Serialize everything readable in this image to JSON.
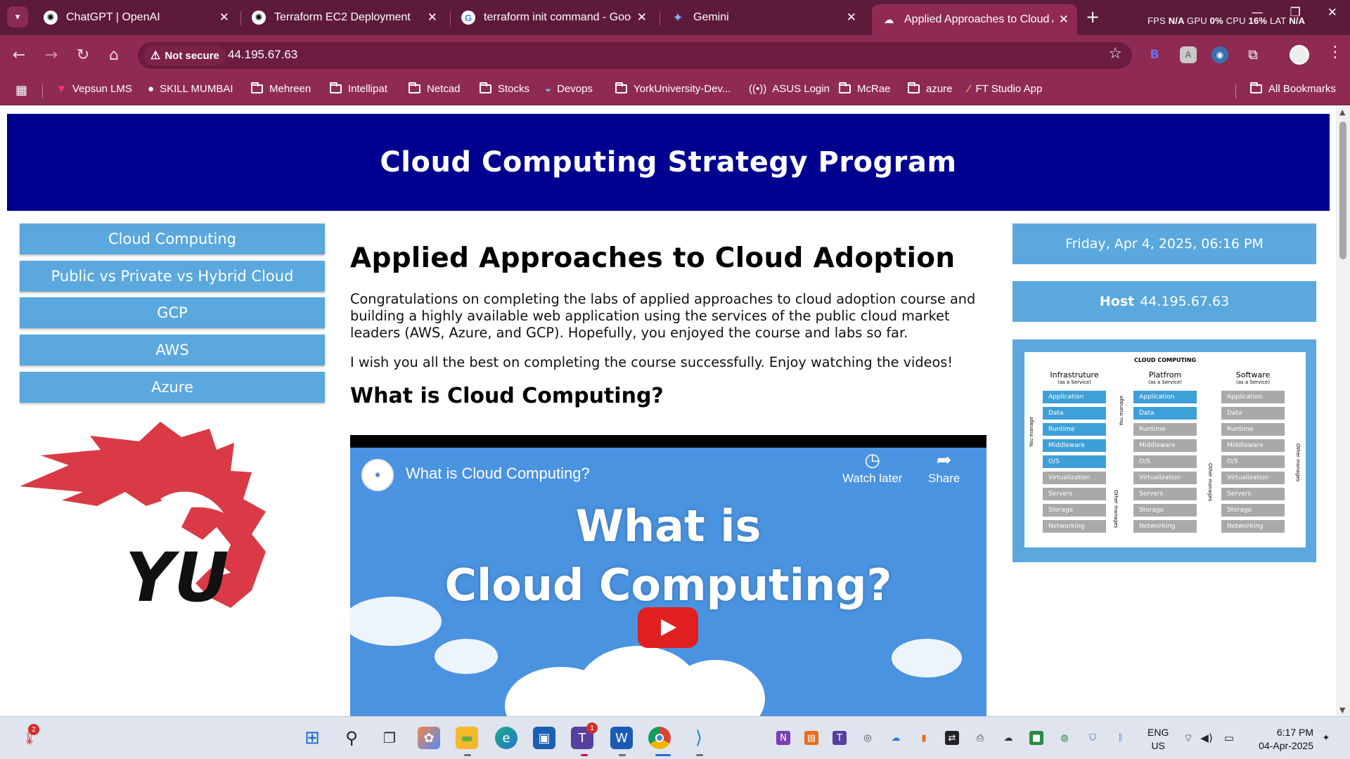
{
  "browser": {
    "tabs": [
      {
        "title": "ChatGPT | OpenAI",
        "icon": "openai-icon"
      },
      {
        "title": "Terraform EC2 Deployment",
        "icon": "openai-icon"
      },
      {
        "title": "terraform init command - Goog",
        "icon": "google-icon"
      },
      {
        "title": "Gemini",
        "icon": "gemini-icon"
      },
      {
        "title": "Applied Approaches to Cloud A",
        "icon": "cloud-icon"
      }
    ],
    "perf": {
      "fps_label": "FPS",
      "fps": "N/A",
      "gpu_label": "GPU",
      "gpu": "0%",
      "cpu_label": "CPU",
      "cpu": "16%",
      "lat_label": "LAT",
      "lat": "N/A"
    },
    "security_label": "Not secure",
    "url": "44.195.67.63",
    "bookmarks": [
      {
        "label": "Vepsun LMS",
        "icon": "vepsun-icon"
      },
      {
        "label": "SKILL MUMBAI",
        "icon": "skill-icon"
      },
      {
        "label": "Mehreen",
        "icon": "folder-icon"
      },
      {
        "label": "Intellipat",
        "icon": "folder-icon"
      },
      {
        "label": "Netcad",
        "icon": "folder-icon"
      },
      {
        "label": "Stocks",
        "icon": "folder-icon"
      },
      {
        "label": "Devops",
        "icon": "devops-icon"
      },
      {
        "label": "YorkUniversity-Dev...",
        "icon": "folder-icon"
      },
      {
        "label": "ASUS Login",
        "icon": "router-icon"
      },
      {
        "label": "McRae",
        "icon": "folder-icon"
      },
      {
        "label": "azure",
        "icon": "folder-icon"
      },
      {
        "label": "FT Studio App",
        "icon": "app-icon"
      }
    ],
    "all_bookmarks": "All Bookmarks",
    "theme_color": "#8f2b52"
  },
  "page": {
    "banner_title": "Cloud Computing Strategy Program",
    "nav": [
      "Cloud Computing",
      "Public vs Private vs Hybrid Cloud",
      "GCP",
      "AWS",
      "Azure"
    ],
    "logo_text": "YU",
    "heading": "Applied Approaches to Cloud Adoption",
    "paragraph1": "Congratulations on completing the labs of applied approaches to cloud adoption course and building a highly available web application using the services of the public cloud market leaders (AWS, Azure, and GCP). Hopefully, you enjoyed the course and labs so far.",
    "paragraph2": "I wish you all the best on completing the course successfully. Enjoy watching the videos!",
    "subheading": "What is Cloud Computing?",
    "video": {
      "title": "What is Cloud Computing?",
      "watch_later": "Watch later",
      "share": "Share",
      "headline_line1": "What is",
      "headline_line2": "Cloud Computing?"
    },
    "date": "Friday, Apr 4, 2025, 06:16 PM",
    "host_label": "Host",
    "host_value": "44.195.67.63",
    "diagram": {
      "title": "CLOUD COMPUTING",
      "columns": [
        {
          "name": "Infrastruture",
          "sub": "(as a Service)"
        },
        {
          "name": "Platfrom",
          "sub": "(as a Service)"
        },
        {
          "name": "Software",
          "sub": "(as a Service)"
        }
      ],
      "layers": [
        "Application",
        "Data",
        "Runtime",
        "Middleware",
        "O/S",
        "Virtualization",
        "Servers",
        "Storage",
        "Networking"
      ],
      "you_manage": "You manage",
      "other_manages": "Other manages"
    },
    "accent_color": "#5aa8dd",
    "banner_color": "#000090"
  },
  "taskbar": {
    "weather_badge": "2",
    "teams_badge": "1",
    "language_line1": "ENG",
    "language_line2": "US",
    "time": "6:17 PM",
    "date": "04-Apr-2025"
  }
}
